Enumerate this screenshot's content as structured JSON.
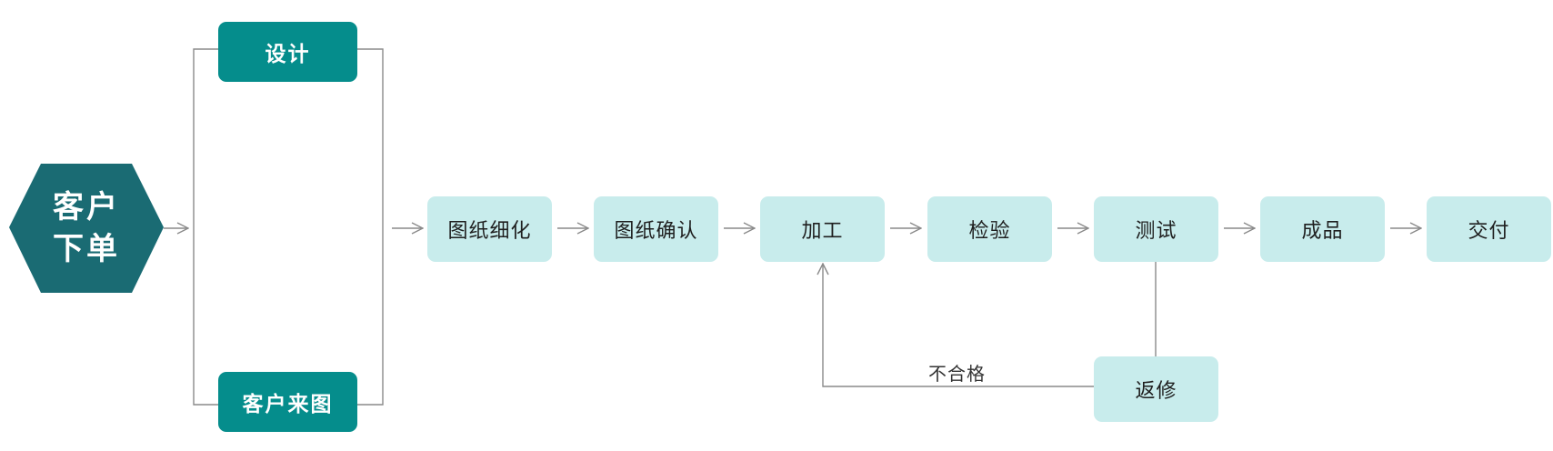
{
  "colors": {
    "hexagon": "#1a6b73",
    "branch_fill": "#058d8c",
    "step_fill": "#c8ecec",
    "connector": "#8a8a8a"
  },
  "start": {
    "line1": "客户",
    "line2": "下单"
  },
  "branches": {
    "top": "设计",
    "bottom": "客户来图"
  },
  "steps": {
    "detail": "图纸细化",
    "confirm": "图纸确认",
    "process": "加工",
    "inspect": "检验",
    "test": "测试",
    "product": "成品",
    "deliver": "交付",
    "rework": "返修"
  },
  "edge_labels": {
    "fail": "不合格"
  }
}
